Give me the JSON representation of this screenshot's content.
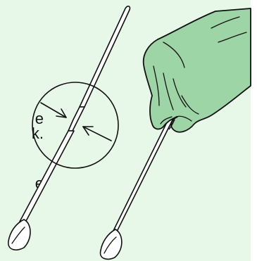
{
  "captions": {
    "line_1": "e",
    "line_2": "k.",
    "line_3": "e"
  },
  "colors": {
    "background": "#e7f8e8",
    "edge_strip": "#ffffff",
    "hand_fill": "#9ed5a6",
    "stroke": "#111111",
    "swab_fill": "#ffffff"
  },
  "icons": {
    "left_figure": "swab-with-breakpoint-magnifier",
    "right_figure": "hand-holding-swab"
  }
}
